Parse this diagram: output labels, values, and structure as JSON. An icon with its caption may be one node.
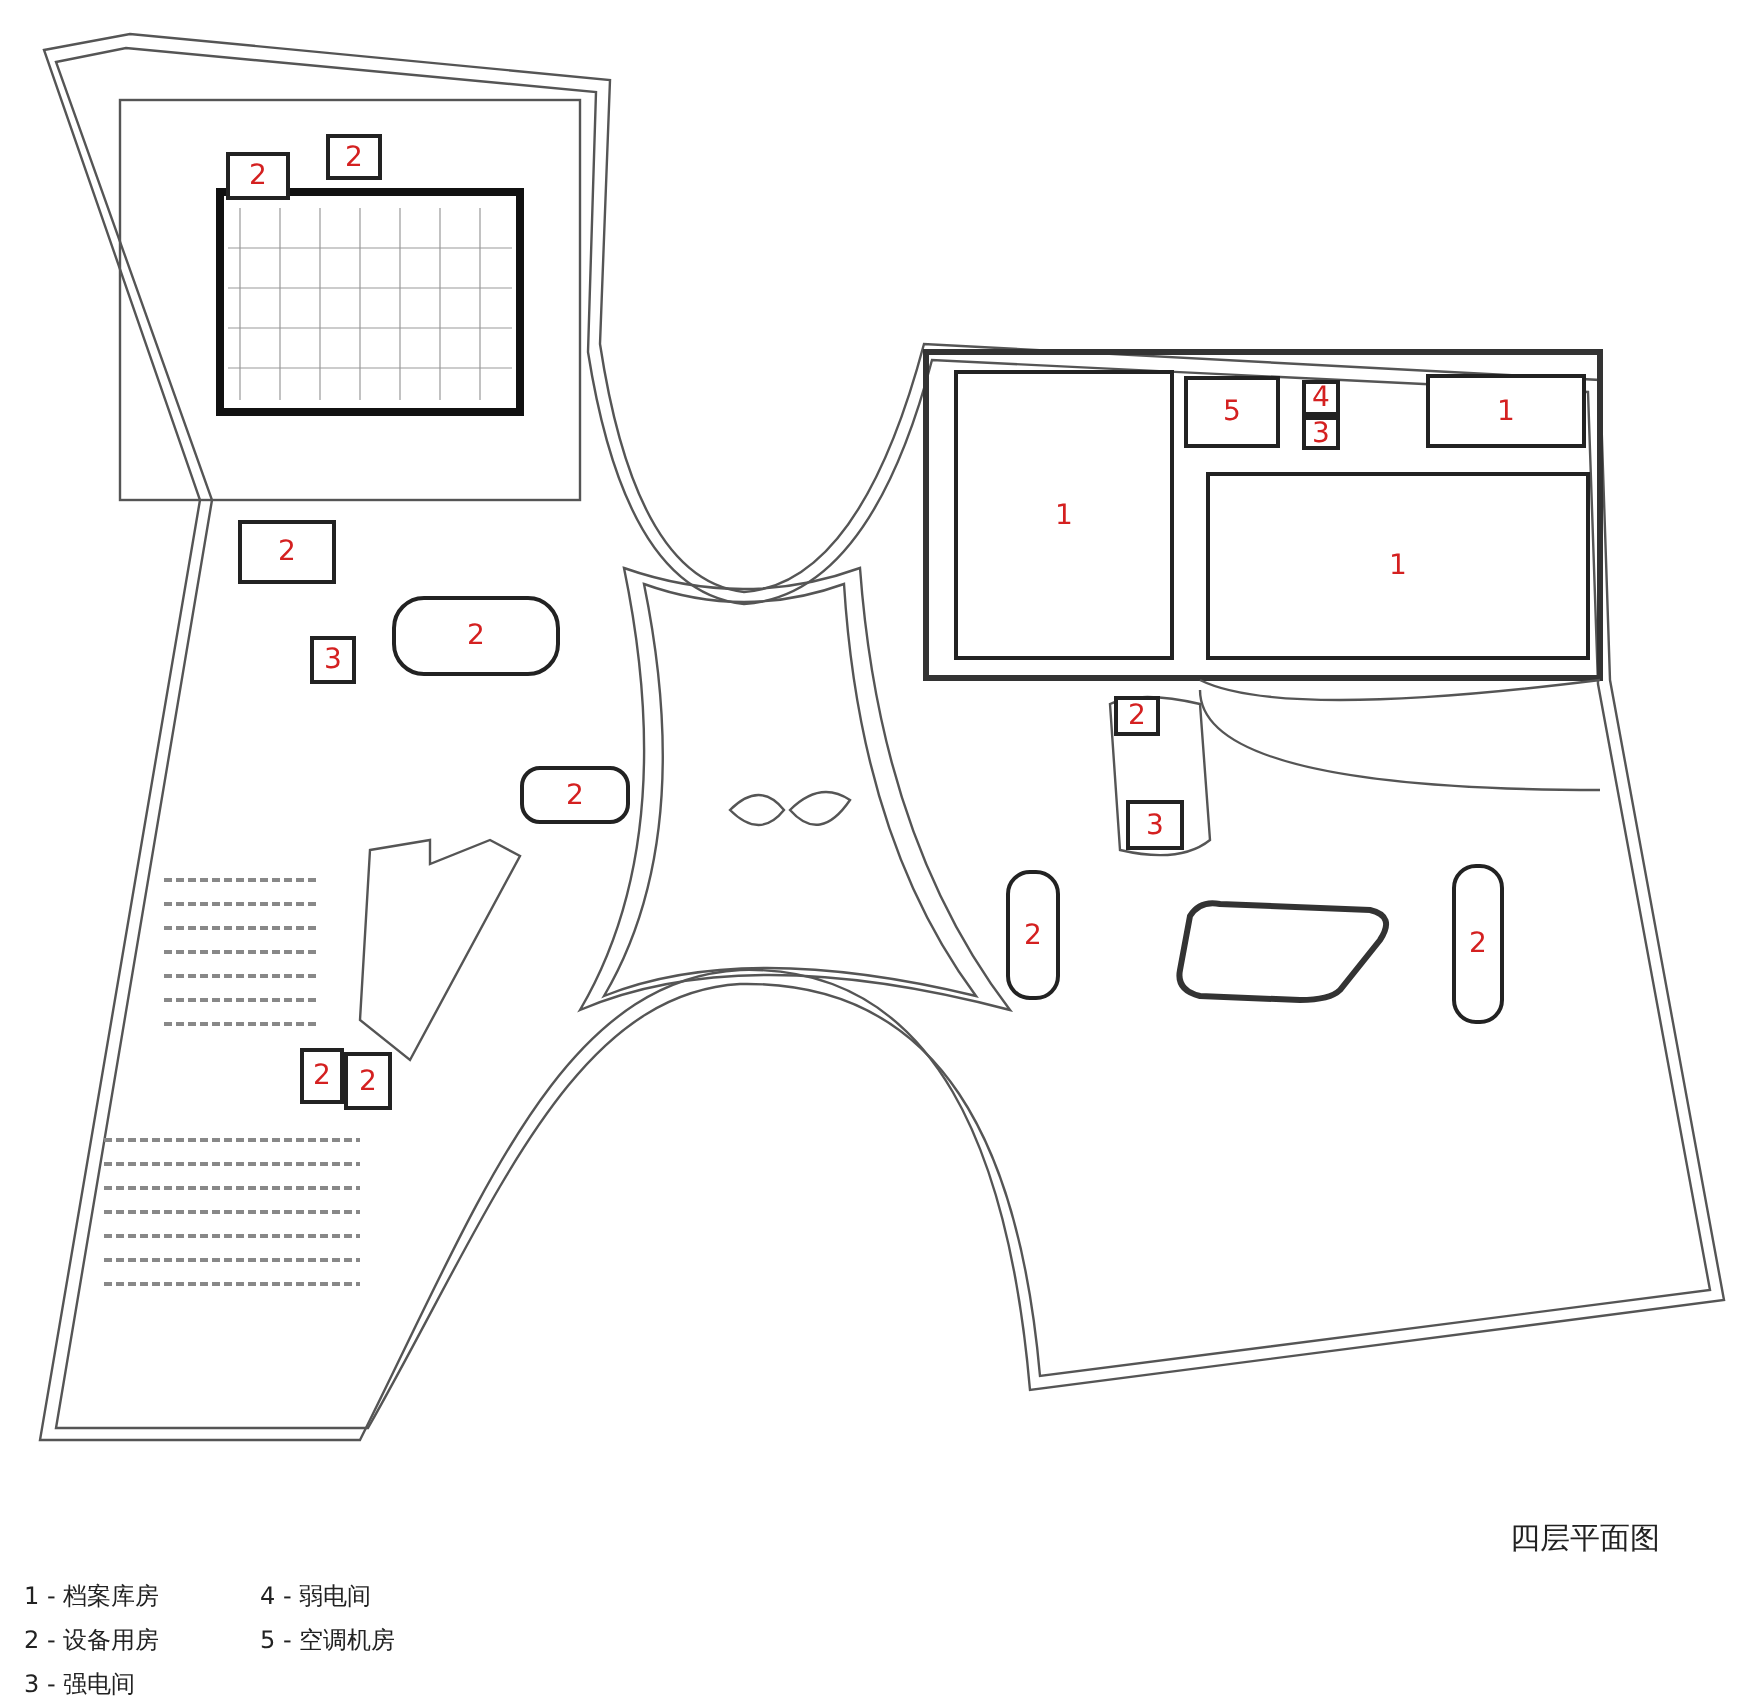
{
  "diagram": {
    "title": "四层平面图",
    "nodes": [
      {
        "text": [
          "2"
        ]
      },
      {
        "text": [
          "2"
        ]
      },
      {
        "text": [
          "5"
        ]
      },
      {
        "text": [
          "4"
        ]
      },
      {
        "text": [
          "3"
        ]
      },
      {
        "text": [
          "1"
        ]
      },
      {
        "text": [
          "1"
        ]
      },
      {
        "text": [
          "1"
        ]
      },
      {
        "text": [
          "2"
        ]
      },
      {
        "text": [
          "2"
        ]
      },
      {
        "text": [
          "3"
        ]
      },
      {
        "text": [
          "2"
        ]
      },
      {
        "text": [
          "2"
        ]
      },
      {
        "text": [
          "3"
        ]
      },
      {
        "text": [
          "2"
        ]
      },
      {
        "text": [
          "2"
        ]
      },
      {
        "text": [
          "2"
        ]
      },
      {
        "text": [
          "2"
        ]
      }
    ],
    "labels": [
      "1 - 档案库房",
      "4 - 弱电间",
      "2 - 设备用房",
      "5 - 空调机房",
      "3 - 强电间"
    ]
  }
}
